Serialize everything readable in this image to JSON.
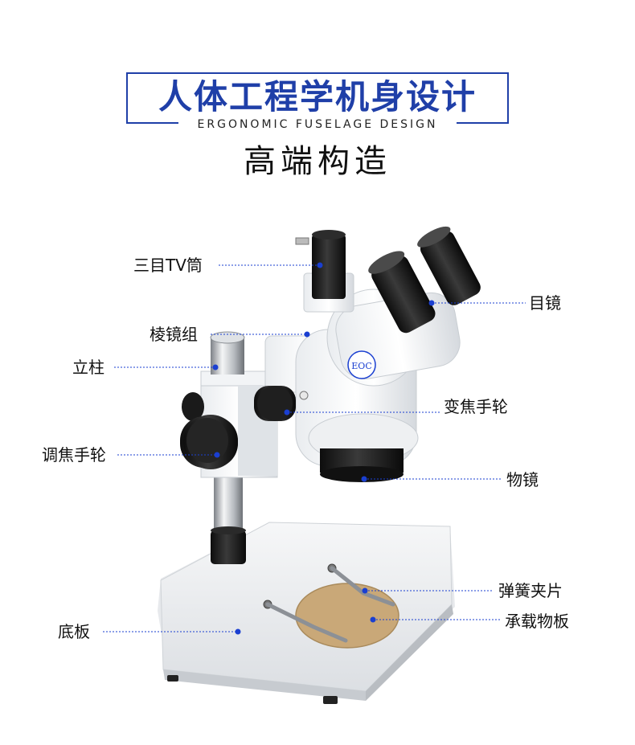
{
  "header": {
    "title": "人体工程学机身设计",
    "subtitle": "ERGONOMIC FUSELAGE DESIGN",
    "section_title": "高端构造"
  },
  "product": {
    "badge_text": "EOC"
  },
  "labels": {
    "trinocular_tube": "三目TV筒",
    "prism_group": "棱镜组",
    "pillar": "立柱",
    "focus_knob": "调焦手轮",
    "eyepiece": "目镜",
    "zoom_knob": "变焦手轮",
    "objective": "物镜",
    "spring_clip": "弹簧夹片",
    "stage_plate": "承载物板",
    "base": "底板"
  },
  "colors": {
    "title_blue": "#1f3fa8",
    "leader_dot": "#1a3fd1",
    "stage_plate": "#c9a878"
  }
}
